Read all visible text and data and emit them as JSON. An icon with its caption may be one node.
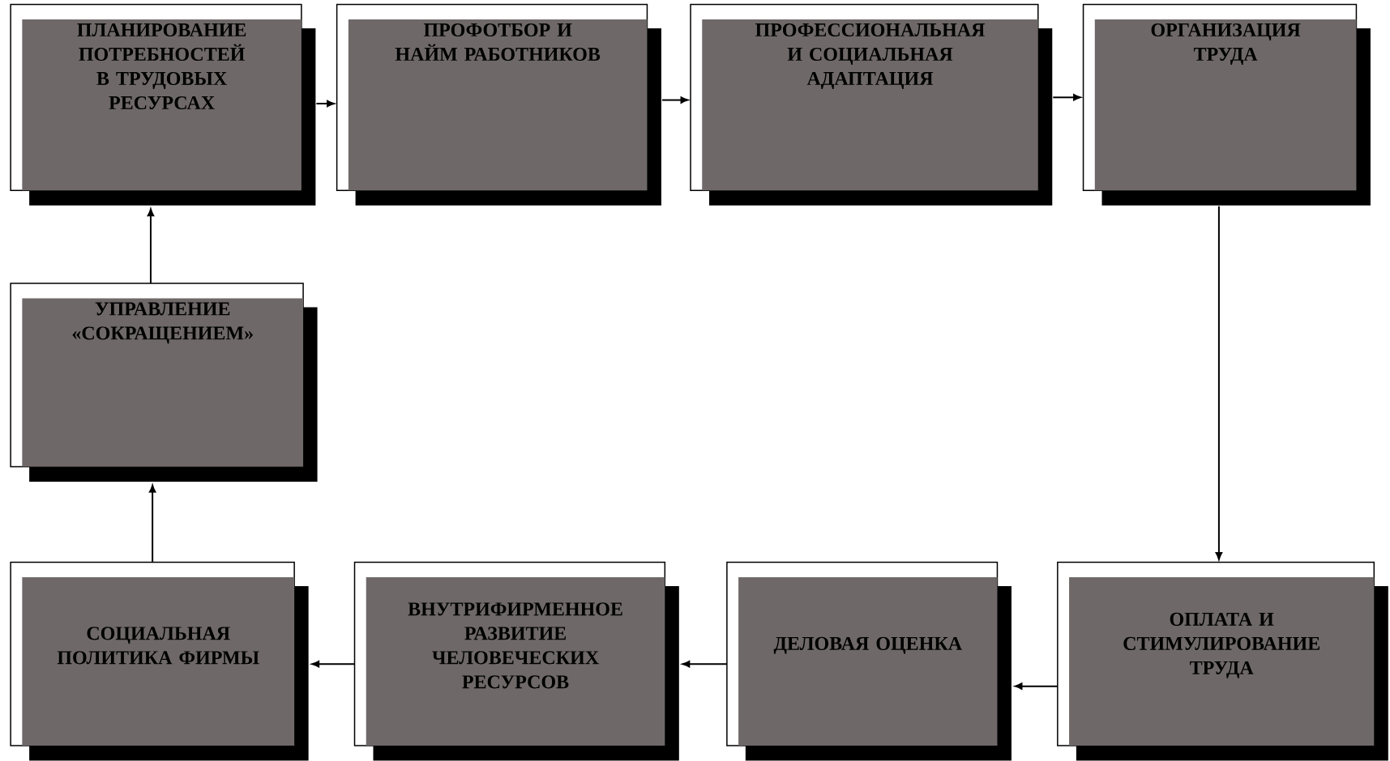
{
  "diagram": {
    "nodes": [
      {
        "text": [
          "ПЛАНИРОВАНИЕ ПОТРЕБНОСТЕЙ В ТРУДОВЫХ РЕСУРСАХ"
        ]
      },
      {
        "text": [
          "ПРОФОТБОР И НАЙМ РАБОТНИКОВ"
        ]
      },
      {
        "text": [
          "ПРОФЕССИОНАЛЬНАЯ И СОЦИАЛЬНАЯ АДАПТАЦИЯ"
        ]
      },
      {
        "text": [
          "ОРГАНИЗАЦИЯ ТРУДА"
        ]
      },
      {
        "text": [
          "УПРАВЛЕНИЕ «СОКРАЩЕНИЕМ»"
        ]
      },
      {
        "text": [
          "СОЦИАЛЬНАЯ ПОЛИТИКА ФИРМЫ"
        ]
      },
      {
        "text": [
          "ВНУТРИФИРМЕННОЕ РАЗВИТИЕ ЧЕЛОВЕЧЕСКИХ РЕСУРСОВ"
        ]
      },
      {
        "text": [
          "ДЕЛОВАЯ ОЦЕНКА"
        ]
      },
      {
        "text": [
          "ОПЛАТА И СТИМУЛИРОВАНИЕ ТРУДА"
        ]
      }
    ],
    "edges": [
      {
        "from": 0,
        "to": 1,
        "arrow": "to"
      },
      {
        "from": 1,
        "to": 2,
        "arrow": "to"
      },
      {
        "from": 2,
        "to": 3,
        "arrow": "to"
      },
      {
        "from": 3,
        "to": 8,
        "arrow": "to"
      },
      {
        "from": 8,
        "to": 7,
        "arrow": "to"
      },
      {
        "from": 7,
        "to": 6,
        "arrow": "to"
      },
      {
        "from": 6,
        "to": 5,
        "arrow": "to"
      },
      {
        "from": 5,
        "to": 4,
        "arrow": "to"
      },
      {
        "from": 4,
        "to": 0,
        "arrow": "to"
      }
    ]
  }
}
